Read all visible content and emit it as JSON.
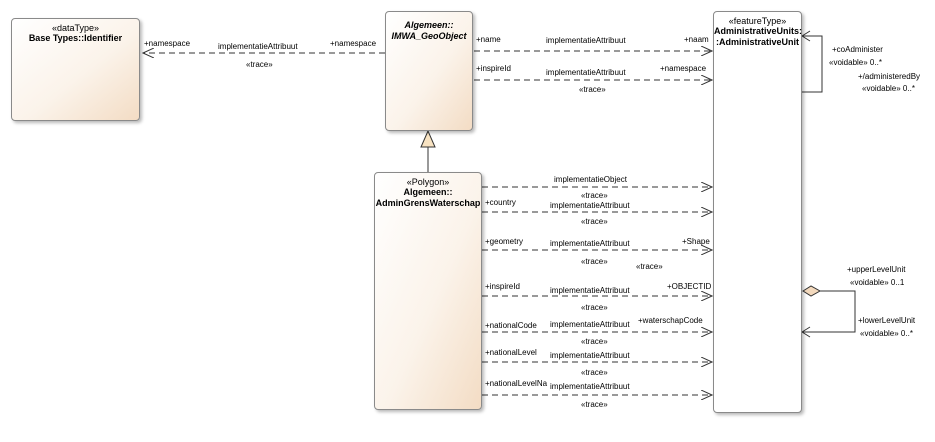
{
  "classes": {
    "identifier": {
      "stereotype": "«dataType»",
      "name": "Base Types::Identifier"
    },
    "geo_object": {
      "name_line1": "Algemeen::",
      "name_line2": "IMWA_GeoObject"
    },
    "admin_grens": {
      "stereotype": "«Polygon»",
      "name_line1": "Algemeen::",
      "name_line2": "AdminGrensWaterschap"
    },
    "admin_unit": {
      "stereotype": "«featureType»",
      "name_line1": "AdministrativeUnits:",
      "name_line2": ":AdministrativeUnit"
    }
  },
  "connectors": {
    "namespace": {
      "source": "+namespace",
      "label": "implementatieAttribuut",
      "target": "+namespace",
      "trace": "«trace»"
    },
    "name": {
      "source": "+name",
      "label": "implementatieAttribuut",
      "target": "+naam"
    },
    "inspireid_top": {
      "source": "+inspireId",
      "label": "implementatieAttribuut",
      "target": "+namespace",
      "trace": "«trace»"
    },
    "object": {
      "label": "implementatieObject",
      "trace": "«trace»"
    },
    "country": {
      "source": "+country",
      "label": "implementatieAttribuut",
      "trace": "«trace»"
    },
    "geometry": {
      "source": "+geometry",
      "label": "implementatieAttribuut",
      "target": "+Shape",
      "trace": "«trace»",
      "trace2": "«trace»"
    },
    "inspireid": {
      "source": "+inspireId",
      "label": "implementatieAttribuut",
      "target": "+OBJECTID",
      "trace": "«trace»"
    },
    "nationalcode": {
      "source": "+nationalCode",
      "label": "implementatieAttribuut",
      "target": "+waterschapCode",
      "trace": "«trace»"
    },
    "nationallevel": {
      "source": "+nationalLevel",
      "label": "implementatieAttribuut",
      "trace": "«trace»"
    },
    "nationallevelname": {
      "source": "+nationalLevelNa",
      "label": "implementatieAttribuut",
      "trace": "«trace»"
    }
  },
  "self_assocs": {
    "coadminister": {
      "role": "+coAdminister",
      "mult": "«voidable» 0..*"
    },
    "administered": {
      "role": "+/administeredBy",
      "mult": "«voidable» 0..*"
    },
    "upper": {
      "role": "+upperLevelUnit",
      "mult": "«voidable» 0..1"
    },
    "lower": {
      "role": "+lowerLevelUnit",
      "mult": "«voidable» 0..*"
    }
  },
  "colors": {
    "line": "#333333",
    "generalization_fill": "#f8e3c2",
    "aggregation_fill": "#f3d9bd"
  }
}
